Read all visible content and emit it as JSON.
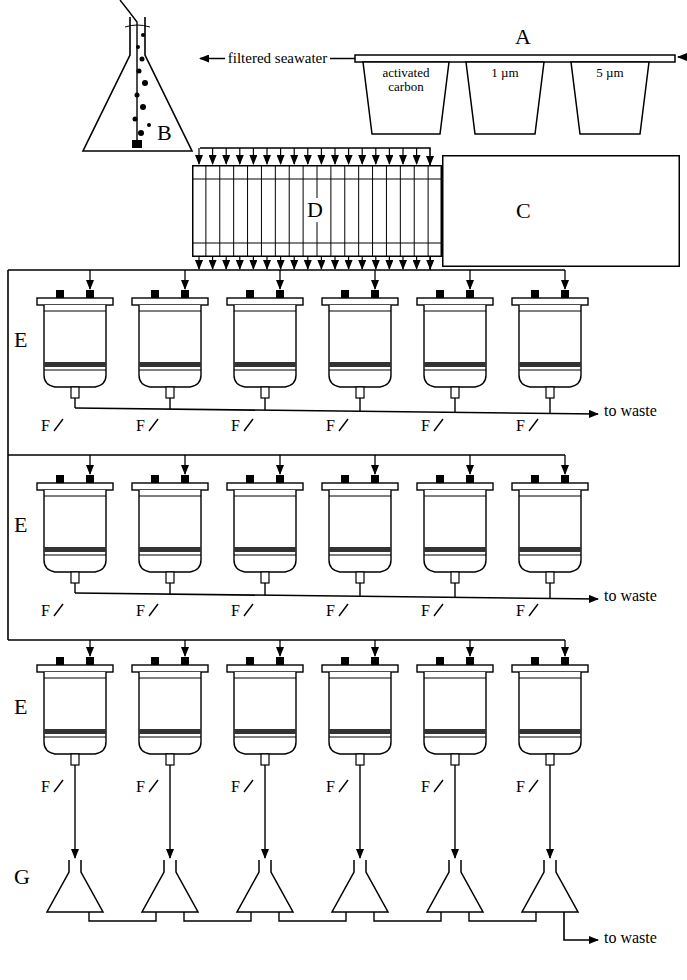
{
  "diagram": {
    "nodes": [
      {
        "text": [
          "A"
        ]
      },
      {
        "text": [
          "activated carbon"
        ],
        "in": 0
      },
      {
        "text": [
          "1 µm"
        ],
        "in": 0
      },
      {
        "text": [
          "5 µm"
        ],
        "in": 0
      },
      {
        "text": [
          "B"
        ]
      },
      {
        "text": [
          "D"
        ]
      },
      {
        "text": [
          "C"
        ]
      }
    ],
    "edges": [
      {
        "from": 0,
        "to": 4,
        "arrow": "to",
        "label": "filtered seawater"
      },
      {
        "from": 4,
        "to": 5,
        "arrow": "to"
      }
    ],
    "labels": [
      "E",
      "F",
      "F",
      "F",
      "F",
      "F",
      "F",
      "to waste",
      "E",
      "F",
      "F",
      "F",
      "F",
      "F",
      "F",
      "to waste",
      "E",
      "F",
      "F",
      "F",
      "F",
      "F",
      "F",
      "G",
      "to waste"
    ]
  }
}
